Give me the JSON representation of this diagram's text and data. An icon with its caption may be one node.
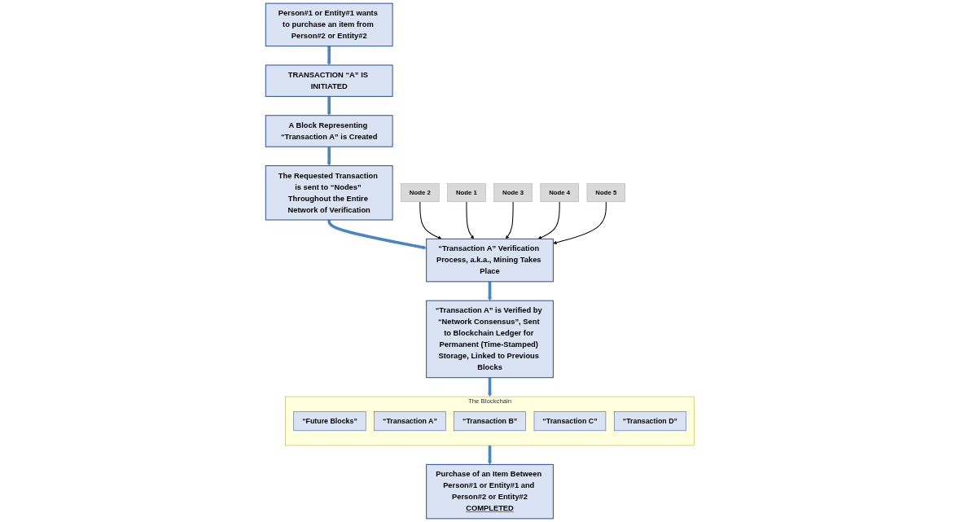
{
  "diagram": {
    "nodes": [
      {
        "text": [
          "Person#1 or Entity#1 wants to purchase an item from Person#2 or Entity#2"
        ]
      },
      {
        "text": [
          "TRANSACTION “A” IS INITIATED"
        ]
      },
      {
        "text": [
          "A Block Representing “Transaction A” is Created"
        ]
      },
      {
        "text": [
          "Node 2"
        ]
      },
      {
        "text": [
          "Node 1"
        ]
      },
      {
        "text": [
          "Node 3"
        ]
      },
      {
        "text": [
          "“Transaction A” Verification Process, a.k.a., Mining Takes Place"
        ]
      },
      {
        "text": [
          "The Requested Transaction is sent to “Nodes” Throughout the Entire Network of Verification"
        ]
      },
      {
        "text": [
          "Node 4"
        ]
      },
      {
        "text": [
          "Node 5"
        ]
      },
      {
        "text": [
          "“Transaction A” is Verified by “Network Consensus”, Sent to Blockchain Ledger for Permanent (Time-Stamped) Storage, Linked to Previous Blocks"
        ]
      },
      {
        "text": [
          "The Blockchain"
        ]
      },
      {
        "text": [
          "“Future Blocks”"
        ],
        "in": 11
      },
      {
        "text": [
          "“Transaction A”"
        ],
        "in": 11
      },
      {
        "text": [
          "“Transaction B”"
        ],
        "in": 11
      },
      {
        "text": [
          "“Transaction C”"
        ],
        "in": 11
      },
      {
        "text": [
          "“Transaction D”"
        ],
        "in": 11
      },
      {
        "text": [
          "Purchase of an Item Between Person#1 or Entity#1 and Person#2 or Entity#2",
          "COMPLETED"
        ]
      }
    ],
    "edges": [
      {
        "from": 0,
        "to": 1,
        "arrow": "to"
      },
      {
        "from": 1,
        "to": 2,
        "arrow": "to"
      },
      {
        "from": 2,
        "to": 7,
        "arrow": "to"
      },
      {
        "from": 7,
        "to": 6,
        "arrow": "to"
      },
      {
        "from": 3,
        "to": 6,
        "arrow": "to",
        "color": "#000000"
      },
      {
        "from": 4,
        "to": 6,
        "arrow": "to",
        "color": "#000000"
      },
      {
        "from": 5,
        "to": 6,
        "arrow": "to",
        "color": "#000000"
      },
      {
        "from": 8,
        "to": 6,
        "arrow": "to",
        "color": "#000000"
      },
      {
        "from": 9,
        "to": 6,
        "arrow": "to",
        "color": "#000000"
      },
      {
        "from": 6,
        "to": 10,
        "arrow": "to"
      },
      {
        "from": 10,
        "to": 11,
        "arrow": "to"
      },
      {
        "from": 11,
        "to": 17,
        "arrow": "to"
      }
    ]
  }
}
